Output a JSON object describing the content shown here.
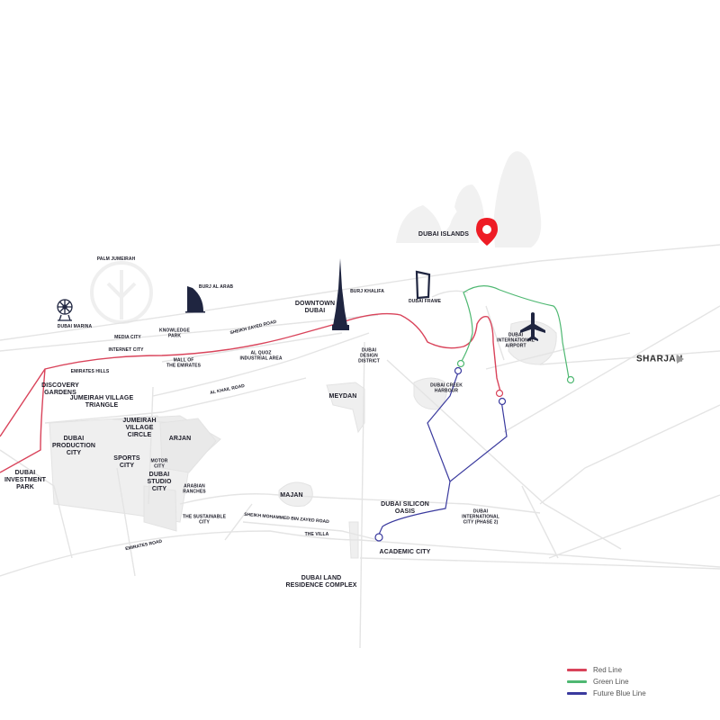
{
  "map": {
    "colors": {
      "red_line": "#d9435a",
      "green_line": "#4fb872",
      "blue_line": "#3a3a9e",
      "pin": "#ee1c25",
      "landmark_icon": "#1f2540",
      "district_fill": "#efefef",
      "road": "#e6e6e6"
    },
    "pin": {
      "label": "DUBAI ISLANDS",
      "icon": "map-pin-icon"
    },
    "landmarks": [
      {
        "id": "dubai-marina",
        "label": "DUBAI MARINA",
        "icon": "ferris-wheel-icon"
      },
      {
        "id": "burj-al-arab",
        "label": "BURJ AL ARAB",
        "icon": "burj-al-arab-icon"
      },
      {
        "id": "burj-khalifa",
        "label": "BURJ KHALIFA",
        "icon": "burj-khalifa-icon"
      },
      {
        "id": "dubai-frame",
        "label": "DUBAI FRAME",
        "icon": "dubai-frame-icon"
      },
      {
        "id": "dubai-airport",
        "label": "DUBAI\nINTERNATIONAL\nAIRPORT",
        "icon": "airplane-icon"
      }
    ],
    "areas": {
      "palm_jumeirah": "PALM JUMEIRAH",
      "media_city": "MEDIA CITY",
      "knowledge_park": "KNOWLEDGE\nPARK",
      "internet_city": "INTERNET CITY",
      "downtown_dubai": "DOWNTOWN\nDUBAI",
      "emirates_hills": "EMIRATES HILLS",
      "mall_of_the_emirates": "MALL OF\nTHE EMIRATES",
      "al_quoz": "AL QUOZ\nINDUSTRIAL AREA",
      "dubai_design_district": "DUBAI\nDESIGN\nDISTRICT",
      "discovery_gardens": "DISCOVERY\nGARDENS",
      "jvt": "JUMEIRAH VILLAGE\nTRIANGLE",
      "meydan": "MEYDAN",
      "dubai_creek_harbour": "DUBAI CREEK\nHARBOUR",
      "jvc": "JUMEIRAH\nVILLAGE\nCIRCLE",
      "dubai_production_city": "DUBAI\nPRODUCTION\nCITY",
      "arjan": "ARJAN",
      "sports_city": "SPORTS\nCITY",
      "motor_city": "MOTOR\nCITY",
      "dubai_studio_city": "DUBAI\nSTUDIO\nCITY",
      "dubai_investment_park": "DUBAI\nINVESTMENT\nPARK",
      "arabian_ranches": "ARABIAN\nRANCHES",
      "majan": "MAJAN",
      "dubai_silicon_oasis": "DUBAI SILICON\nOASIS",
      "international_city_2": "DUBAI\nINTERNATIONAL\nCITY (PHASE 2)",
      "sustainable_city": "THE SUSTAINABLE\nCITY",
      "the_villa": "THE VILLA",
      "academic_city": "ACADEMIC CITY",
      "dubai_land_residence": "DUBAI LAND\nRESIDENCE COMPLEX"
    },
    "roads": {
      "sheikh_zayed": "SHEIKH ZAYED ROAD",
      "al_khail": "AL KHAIL ROAD",
      "sheikh_mohammed_bin_zayed": "SHEIKH MOHAMMED BIN ZAYED ROAD",
      "emirates_road": "EMIRATES ROAD"
    },
    "direction": {
      "label": "SHARJAH",
      "icon": "arrow-right-icon"
    }
  },
  "legend": {
    "items": [
      {
        "label": "Red Line",
        "color": "#d9435a"
      },
      {
        "label": "Green Line",
        "color": "#4fb872"
      },
      {
        "label": "Future Blue Line",
        "color": "#3a3a9e"
      }
    ]
  }
}
